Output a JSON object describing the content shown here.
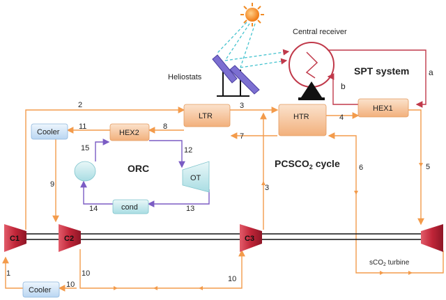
{
  "colors": {
    "orange_flow": "#f39b4b",
    "purple_flow": "#7b5cc4",
    "receiver_red": "#c0394a",
    "orange_box": "#f7c7a0",
    "blue_box": "#cfe3f7",
    "turbo_red": "#c23040",
    "sun_orange": "#f08a24",
    "ray_cyan": "#45c3cf",
    "mirror_purple": "#7c6fd1"
  },
  "labels": {
    "central_receiver": "Central receiver",
    "heliostats": "Heliostats",
    "spt_system": "SPT system",
    "orc": "ORC",
    "pcsco2_main": "PCSCO",
    "pcsco2_sub": "2",
    "pcsco2_tail": " cycle",
    "turbine_pre": "sCO",
    "turbine_sub": "2",
    "turbine_post": " turbine"
  },
  "components": {
    "ltr": "LTR",
    "htr": "HTR",
    "hex1": "HEX1",
    "hex2": "HEX2",
    "cooler_top": "Cooler",
    "cooler_bottom": "Cooler",
    "cond": "cond",
    "ot": "OT",
    "c1": "C1",
    "c2": "C2",
    "c3": "C3"
  },
  "streams": {
    "s1": "1",
    "s2": "2",
    "s3_top": "3",
    "s3_side": "3",
    "s4": "4",
    "s5": "5",
    "s6": "6",
    "s7": "7",
    "s8": "8",
    "s9": "9",
    "s10_a": "10",
    "s10_b": "10",
    "s10_c": "10",
    "s11": "11",
    "s12": "12",
    "s13": "13",
    "s14": "14",
    "s15": "15",
    "sa": "a",
    "sb": "b"
  }
}
